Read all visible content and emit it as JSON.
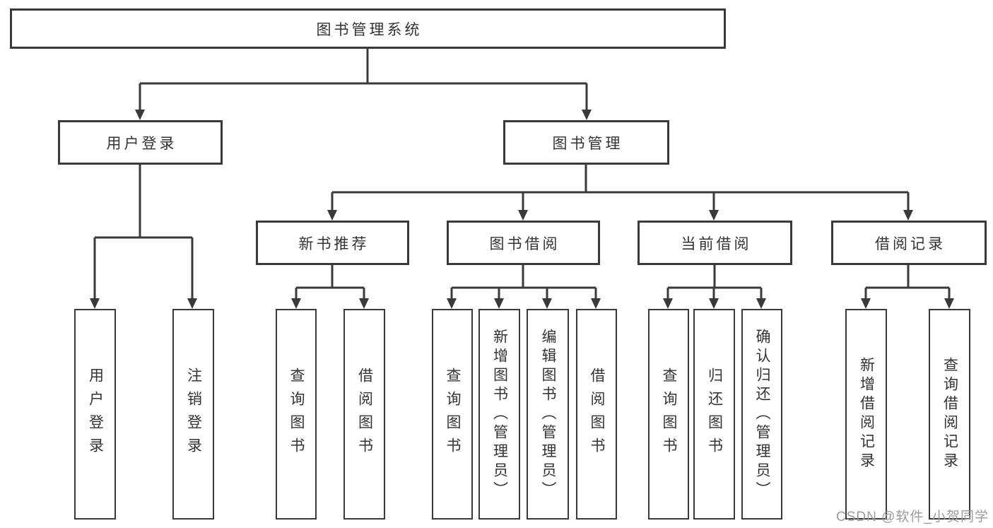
{
  "colors": {
    "line": "#3a3a3a",
    "text": "#333333",
    "watermark": "#9b9b9b",
    "background": "#ffffff"
  },
  "diagram": {
    "title": "图书管理系统",
    "level2": {
      "user_login": "用户登录",
      "book_management": "图书管理"
    },
    "level3": {
      "new_book_recommend": "新书推荐",
      "book_borrow": "图书借阅",
      "current_borrow": "当前借阅",
      "borrow_records": "借阅记录"
    },
    "leaves": {
      "user_login": "用户登录",
      "logout": "注销登录",
      "recommend_query_books": "查询图书",
      "recommend_borrow_books": "借阅图书",
      "borrow_query_books": "查询图书",
      "borrow_add_books": "新增图书（管理员）",
      "borrow_edit_books": "编辑图书（管理员）",
      "borrow_borrow_books": "借阅图书",
      "current_query_books": "查询图书",
      "current_return_books": "归还图书",
      "current_confirm_return": "确认归还（管理员）",
      "records_add_record": "新增借阅记录",
      "records_query_record": "查询借阅记录"
    }
  },
  "watermark": {
    "text": "CSDN @软件_小贺同学"
  }
}
